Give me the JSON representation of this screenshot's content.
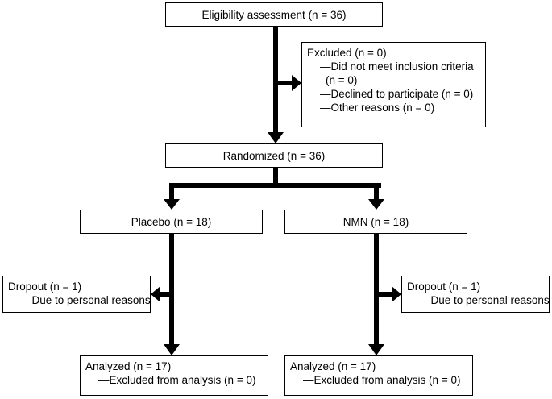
{
  "eligibility": {
    "label": "Eligibility assessment (n = 36)"
  },
  "excluded": {
    "title": "Excluded (n = 0)",
    "reason1_line1": "—Did not meet inclusion criteria",
    "reason1_line2": "(n = 0)",
    "reason2": "—Declined to participate (n = 0)",
    "reason3": "—Other reasons (n = 0)"
  },
  "randomized": {
    "label": "Randomized (n = 36)"
  },
  "placebo": {
    "label": "Placebo (n = 18)"
  },
  "nmn": {
    "label": "NMN (n = 18)"
  },
  "dropout_left": {
    "title": "Dropout (n = 1)",
    "reason": "—Due to personal reasons"
  },
  "dropout_right": {
    "title": "Dropout (n = 1)",
    "reason": "—Due to personal reasons"
  },
  "analyzed_left": {
    "title": "Analyzed (n = 17)",
    "detail": "—Excluded from analysis (n = 0)"
  },
  "analyzed_right": {
    "title": "Analyzed (n = 17)",
    "detail": "—Excluded from analysis (n = 0)"
  },
  "colors": {
    "line": "#000000",
    "box_border": "#000000",
    "background": "#ffffff"
  }
}
